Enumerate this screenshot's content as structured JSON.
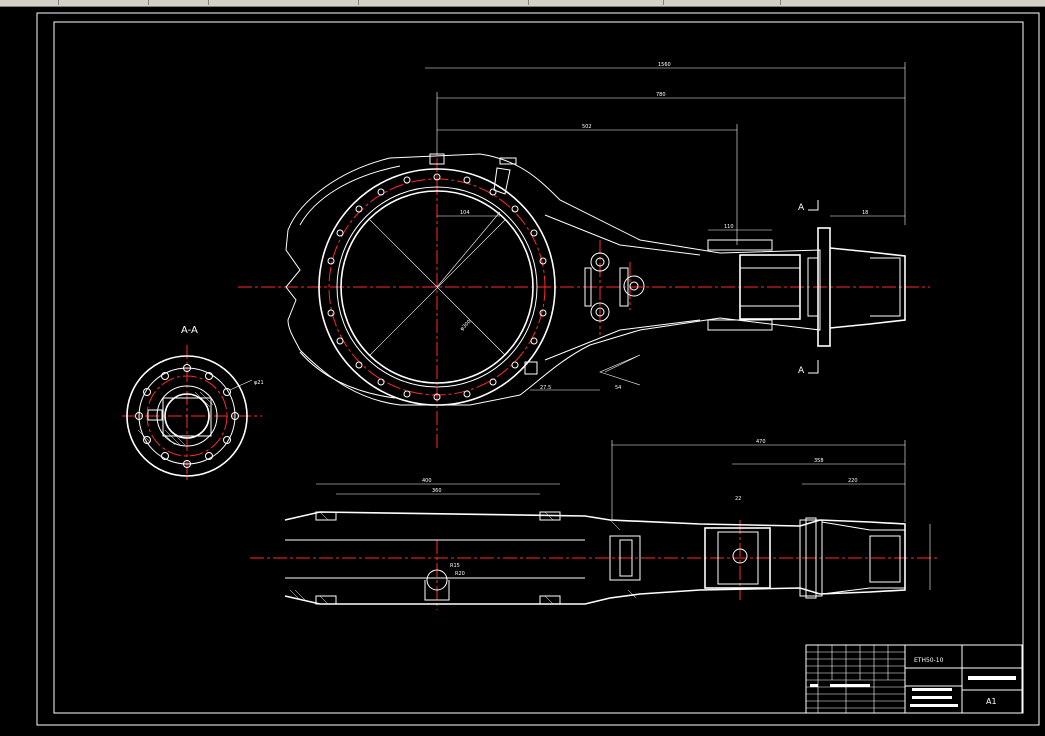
{
  "drawing": {
    "section_label": "A-A",
    "cut_label_top": "A",
    "cut_label_bottom": "A",
    "dims": {
      "overall": "1560",
      "second": "780",
      "third": "502",
      "d104": "104",
      "d110": "110",
      "d18": "18",
      "d275": "27.5",
      "d54": "54",
      "phi_label": "φ300",
      "phi_small": "φ21",
      "bottom_470": "470",
      "bottom_358": "358",
      "bottom_220": "220",
      "bottom_22": "22",
      "bottom_400": "400",
      "bottom_360": "360",
      "bottom_r15": "R15",
      "bottom_r20": "R20"
    },
    "title_block": {
      "drawing_number": "ETH50-10",
      "sheet_size": "A1"
    }
  },
  "colors": {
    "background": "#000000",
    "lines": "#ffffff",
    "centerlines": "#ff2a2a",
    "frame_gray": "#d4d0c8"
  }
}
